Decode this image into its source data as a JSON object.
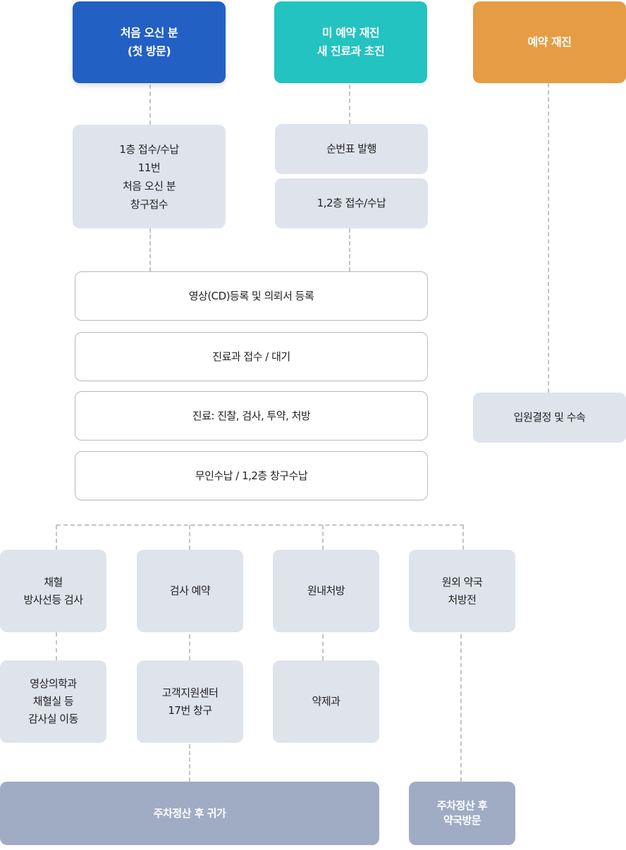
{
  "colors": {
    "first_visit": "#2260C4",
    "walk_in": "#22C3C0",
    "reserved": "#E59C44",
    "step": "#DFE3EC",
    "final": "#9FACC4"
  },
  "starts": {
    "first_visit": "처음 오신 분\n(첫 방문)",
    "walk_in": "미 예약 재진\n새 진료과 초진",
    "reserved": "예약 재진"
  },
  "first_visit_reception": "1층 접수/수납\n11번\n처음 오신 분\n창구접수",
  "walk_in_steps": [
    "순번표 발행",
    "1,2층 접수/수납"
  ],
  "main_steps": [
    "영상(CD)등록 및 의뢰서 등록",
    "진료과 접수 / 대기",
    "진료: 진찰, 검사, 투약, 처방",
    "무인수납 / 1,2층 창구수납"
  ],
  "reserved_step": "입원결정 및 수속",
  "branches": [
    {
      "label": "채혈\n방사선등 검사",
      "next": "영상의학과\n채혈실 등\n감사실 이동"
    },
    {
      "label": "검사 예약",
      "next": "고객지원센터\n17번 창구"
    },
    {
      "label": "원내처방",
      "next": "약제과"
    },
    {
      "label": "원외 약국\n처방전"
    }
  ],
  "finals": [
    "주차정산 후 귀가",
    "주차정산 후\n약국방문"
  ]
}
